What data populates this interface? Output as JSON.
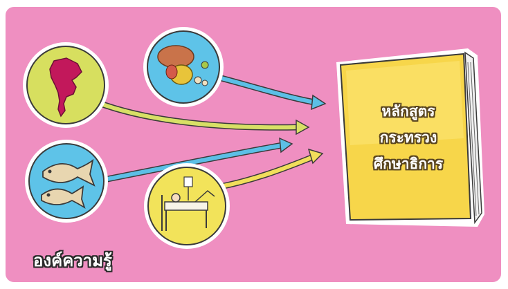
{
  "book": {
    "line1": "หลักสูตร",
    "line2": "กระทรวง",
    "line3": "ศึกษาธิการ"
  },
  "caption": "องค์ความรู้",
  "colors": {
    "background": "#ef8fc1",
    "book": "#f7d64a",
    "map_circle": "#d7df5f",
    "map_shape": "#c2185b",
    "organs_circle": "#5ec3e8",
    "fish_circle": "#5ec3e8",
    "hospital_circle": "#f2e35a",
    "arrow_yellow": "#d8e066",
    "arrow_blue": "#5cbfe6",
    "arrow_gold": "#f1de5b"
  },
  "icons": [
    "thailand-map-icon",
    "organs-icon",
    "fish-icon",
    "hospital-bed-icon",
    "textbook-icon"
  ]
}
